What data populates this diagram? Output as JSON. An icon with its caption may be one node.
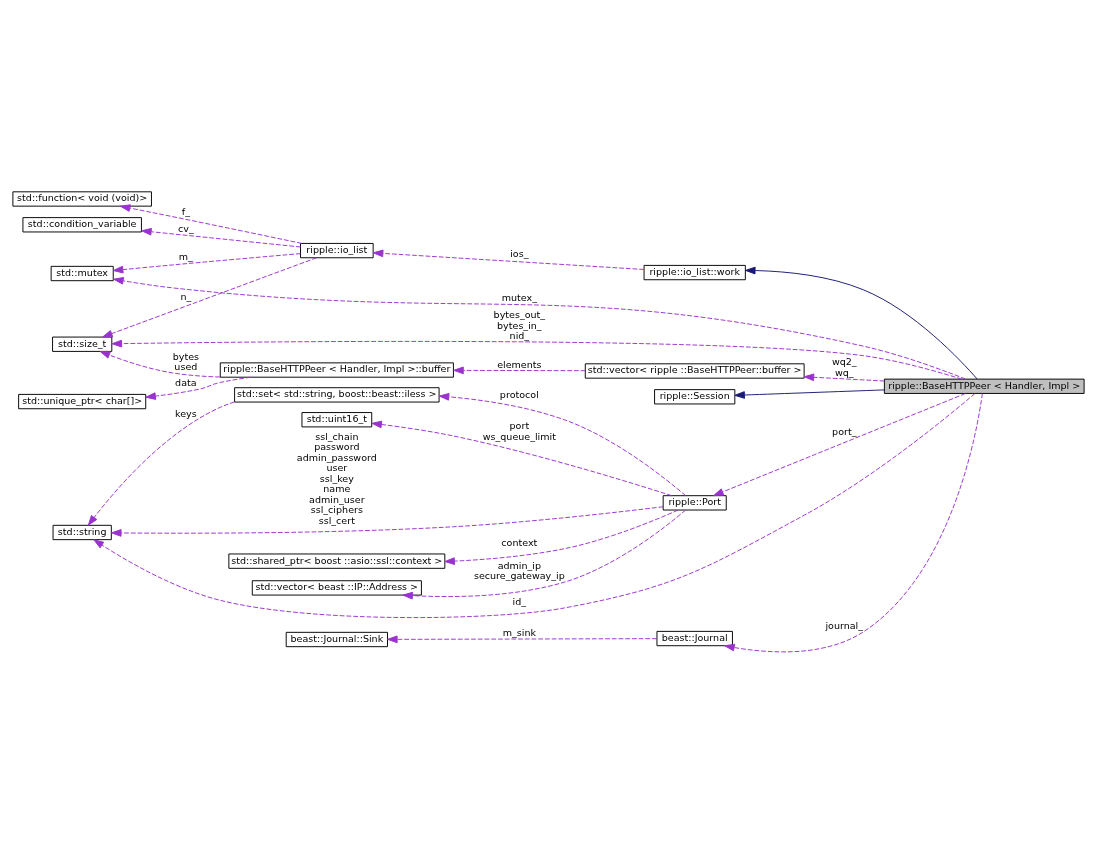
{
  "diagram": {
    "nodes": [
      {
        "text": [
          "std::mutex"
        ]
      },
      {
        "text": [
          "std::function< void (void)>"
        ]
      },
      {
        "text": [
          "std::condition_variable"
        ]
      },
      {
        "text": [
          "ripple::io_list"
        ]
      },
      {
        "text": [
          "std::size_t"
        ]
      },
      {
        "text": [
          "ripple::io_list::work"
        ]
      },
      {
        "text": [
          "std::unique_ptr< char[]>"
        ]
      },
      {
        "text": [
          "ripple::BaseHTTPPeer < Handler, Impl >::buffer"
        ]
      },
      {
        "text": [
          "std::vector< ripple ::BaseHTTPPeer::buffer >"
        ]
      },
      {
        "text": [
          "ripple::BaseHTTPPeer < Handler, Impl >"
        ]
      },
      {
        "text": [
          "ripple::Session"
        ]
      },
      {
        "text": [
          "std::shared_ptr< boost ::asio::ssl::context >"
        ]
      },
      {
        "text": [
          "std::vector< beast ::IP::Address >"
        ]
      },
      {
        "text": [
          "std::uint16_t"
        ]
      },
      {
        "text": [
          "ripple::Port"
        ]
      },
      {
        "text": [
          "std::string"
        ]
      },
      {
        "text": [
          "std::set< std::string, boost::beast::iless >"
        ]
      },
      {
        "text": [
          "beast::Journal::Sink"
        ]
      },
      {
        "text": [
          "beast::Journal"
        ]
      }
    ],
    "edges": [
      {
        "from": 9,
        "to": 0,
        "arrow": "to",
        "label": "mutex_",
        "style": "dashed"
      },
      {
        "from": 3,
        "to": 0,
        "arrow": "to",
        "label": "m_",
        "style": "dashed"
      },
      {
        "from": 3,
        "to": 1,
        "arrow": "to",
        "label": "f_",
        "style": "dashed"
      },
      {
        "from": 3,
        "to": 2,
        "arrow": "to",
        "label": "cv_",
        "style": "dashed"
      },
      {
        "from": 3,
        "to": 4,
        "arrow": "to",
        "label": "n_",
        "style": "dashed"
      },
      {
        "from": 5,
        "to": 3,
        "arrow": "to",
        "label": "ios_",
        "style": "dashed"
      },
      {
        "from": 9,
        "to": 5,
        "arrow": "to",
        "color": "#191970"
      },
      {
        "from": 9,
        "to": 4,
        "arrow": "to",
        "label": "bytes_out_ bytes_in_ nid_",
        "style": "dashed"
      },
      {
        "from": 7,
        "to": 4,
        "arrow": "to",
        "label": "bytes used",
        "style": "dashed"
      },
      {
        "from": 7,
        "to": 6,
        "arrow": "to",
        "label": "data",
        "style": "dashed"
      },
      {
        "from": 8,
        "to": 7,
        "arrow": "to",
        "label": "elements",
        "style": "dashed"
      },
      {
        "from": 9,
        "to": 8,
        "arrow": "to",
        "label": "wq2_ wq_",
        "style": "dashed"
      },
      {
        "from": 9,
        "to": 10,
        "arrow": "to",
        "color": "#191970"
      },
      {
        "from": 14,
        "to": 11,
        "arrow": "to",
        "label": "context",
        "style": "dashed"
      },
      {
        "from": 14,
        "to": 12,
        "arrow": "to",
        "label": "admin_ip secure_gateway_ip",
        "style": "dashed"
      },
      {
        "from": 14,
        "to": 13,
        "arrow": "to",
        "label": "port ws_queue_limit",
        "style": "dashed"
      },
      {
        "from": 9,
        "to": 14,
        "arrow": "to",
        "label": "port_",
        "style": "dashed"
      },
      {
        "from": 14,
        "to": 15,
        "arrow": "to",
        "label": "ssl_chain password admin_password user ssl_key name admin_user ssl_ciphers ssl_cert",
        "style": "dashed"
      },
      {
        "from": 14,
        "to": 16,
        "arrow": "to",
        "label": "protocol",
        "style": "dashed"
      },
      {
        "from": 16,
        "to": 15,
        "arrow": "to",
        "label": "keys",
        "style": "dashed"
      },
      {
        "from": 9,
        "to": 15,
        "arrow": "to",
        "label": "id_",
        "style": "dashed"
      },
      {
        "from": 18,
        "to": 17,
        "arrow": "to",
        "label": "m_sink",
        "style": "dashed"
      },
      {
        "from": 9,
        "to": 18,
        "arrow": "to",
        "label": "journal_",
        "style": "dashed"
      }
    ]
  }
}
